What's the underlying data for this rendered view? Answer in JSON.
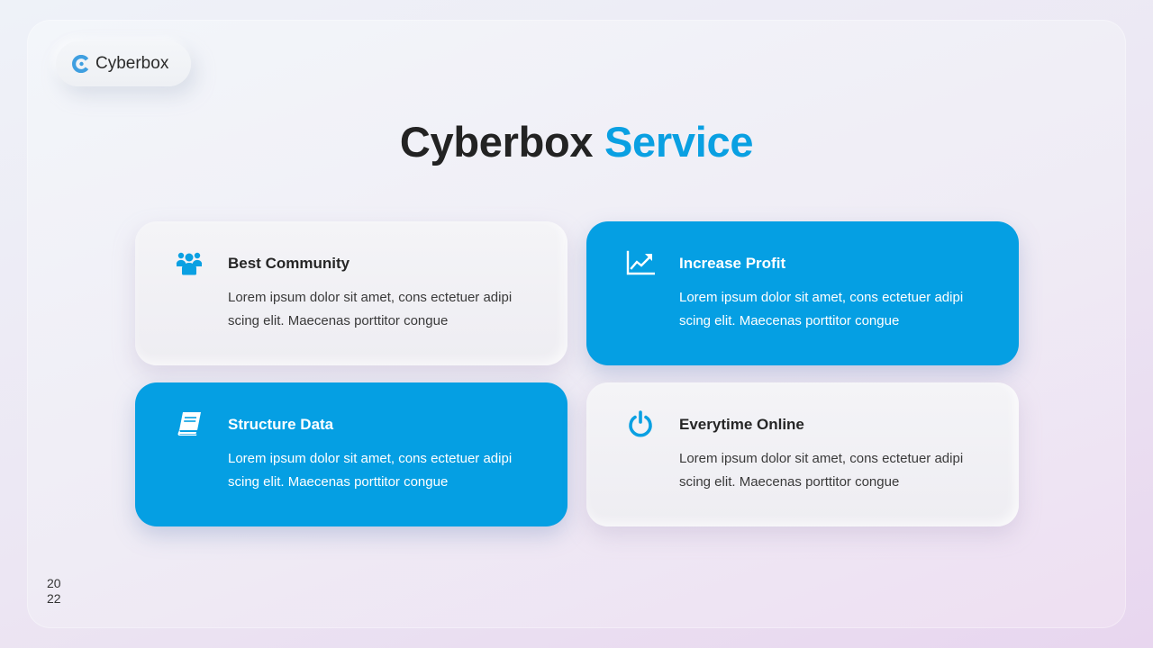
{
  "brand": {
    "name": "Cyberbox",
    "logo_icon": "c-logo-icon",
    "accent_color": "#0aa0e2"
  },
  "title": {
    "main": "Cyberbox",
    "accent": "Service"
  },
  "cards": [
    {
      "heading": "Best Community",
      "icon": "users-icon",
      "body": "Lorem ipsum dolor sit amet, cons ectetuer adipi scing elit. Maecenas porttitor congue",
      "style": "light"
    },
    {
      "heading": "Increase Profit",
      "icon": "chart-line-icon",
      "body": "Lorem ipsum dolor sit amet, cons ectetuer adipi scing elit. Maecenas porttitor congue",
      "style": "blue"
    },
    {
      "heading": "Structure Data",
      "icon": "book-icon",
      "body": "Lorem ipsum dolor sit amet, cons ectetuer adipi scing elit. Maecenas porttitor congue",
      "style": "blue"
    },
    {
      "heading": "Everytime Online",
      "icon": "power-icon",
      "body": "Lorem ipsum dolor sit amet, cons ectetuer adipi scing elit. Maecenas porttitor congue",
      "style": "light"
    }
  ],
  "page_number": {
    "line1": "20",
    "line2": "22"
  },
  "colors": {
    "blue_card": "#059fe3",
    "light_card": "#f1f1f4",
    "title_dark": "#232323"
  }
}
